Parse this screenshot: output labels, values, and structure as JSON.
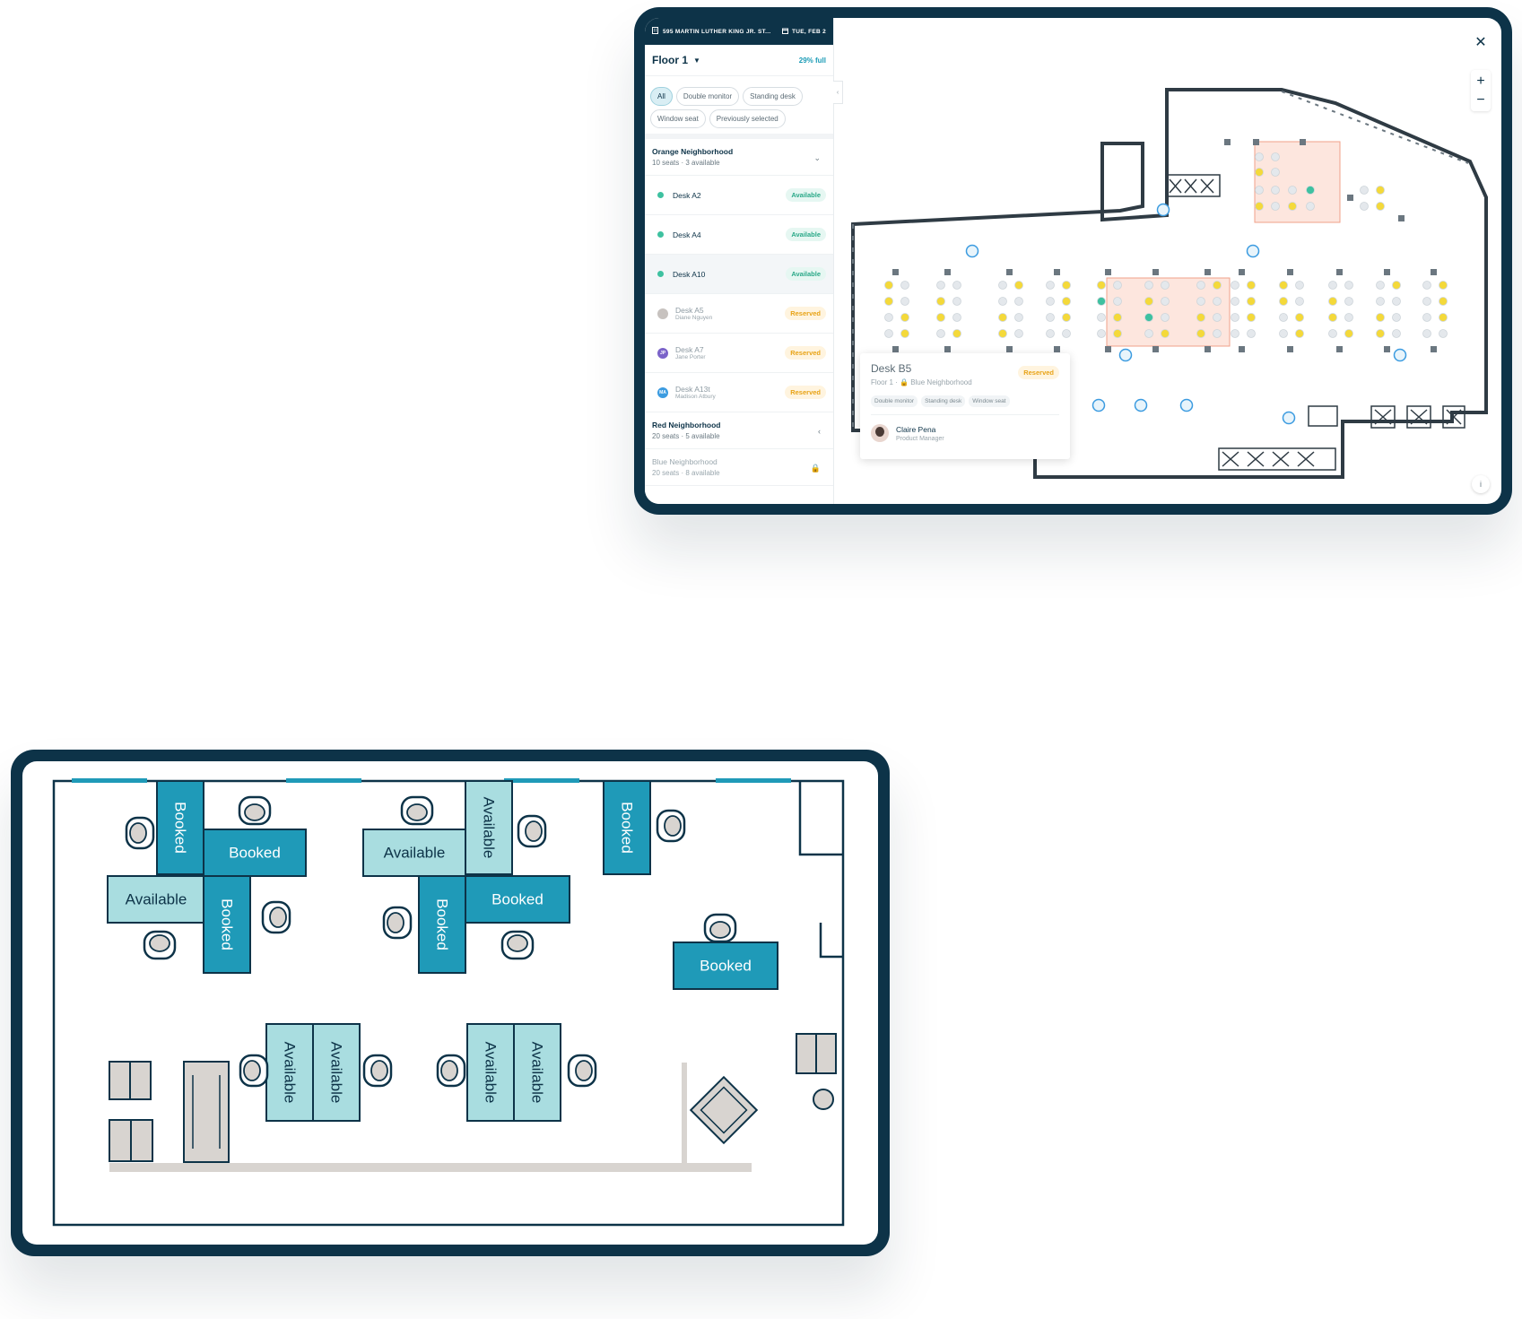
{
  "app": {
    "address": "595 MARTIN LUTHER KING JR. ST...",
    "date": "TUE, FEB 2",
    "floor": "Floor 1",
    "occupancy": "29% full",
    "filters": [
      {
        "label": "All",
        "active": true
      },
      {
        "label": "Double monitor",
        "active": false
      },
      {
        "label": "Standing desk",
        "active": false
      },
      {
        "label": "Window seat",
        "active": false
      },
      {
        "label": "Previously selected",
        "active": false
      }
    ],
    "orange": {
      "name": "Orange Neighborhood",
      "stats": "10 seats · 3 available"
    },
    "desks": [
      {
        "name": "Desk A2",
        "status": "Available"
      },
      {
        "name": "Desk A4",
        "status": "Available"
      },
      {
        "name": "Desk A10",
        "status": "Available"
      },
      {
        "name": "Desk A5",
        "person": "Diane Nguyen",
        "status": "Reserved",
        "initials": "",
        "avatar_color": "#c7c2bf"
      },
      {
        "name": "Desk A7",
        "person": "Jane Porter",
        "status": "Reserved",
        "initials": "JP",
        "avatar_color": "#7b63c9"
      },
      {
        "name": "Desk A13t",
        "person": "Madison Atbury",
        "status": "Reserved",
        "initials": "MA",
        "avatar_color": "#3b9be0"
      }
    ],
    "red": {
      "name": "Red Neighborhood",
      "stats": "20 seats · 5 available"
    },
    "blue": {
      "name": "Blue Neighborhood",
      "stats": "20 seats · 8 available"
    }
  },
  "popup": {
    "title": "Desk B5",
    "subtitle": "Floor 1 · 🔒 Blue Neighborhood",
    "status": "Reserved",
    "tags": [
      "Double monitor",
      "Standing desk",
      "Window seat"
    ],
    "user_name": "Claire Pena",
    "user_role": "Product Manager"
  },
  "icons": {
    "building": "building-icon",
    "calendar": "calendar-icon",
    "close": "close-icon",
    "zoom_in": "plus-icon",
    "zoom_out": "minus-icon",
    "info": "info-icon"
  },
  "colors": {
    "navy": "#0d3348",
    "booked": "#1f9ab8",
    "available": "#a9dde0",
    "available_dot": "#3ec1a0",
    "reserved_dot": "#f4d93a",
    "neighborhood_highlight": "#fde6de"
  },
  "plan": {
    "labels": [
      "Booked",
      "Available"
    ]
  }
}
